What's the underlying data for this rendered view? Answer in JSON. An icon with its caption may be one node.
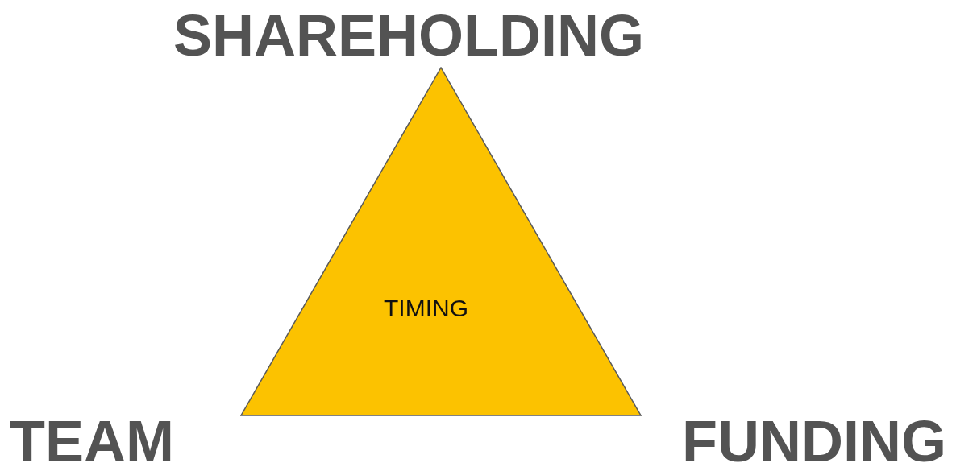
{
  "diagram": {
    "nodes": [
      {
        "text": [
          "TIMING"
        ]
      }
    ],
    "labels": [
      "SHAREHOLDING",
      "TEAM",
      "FUNDING"
    ]
  }
}
